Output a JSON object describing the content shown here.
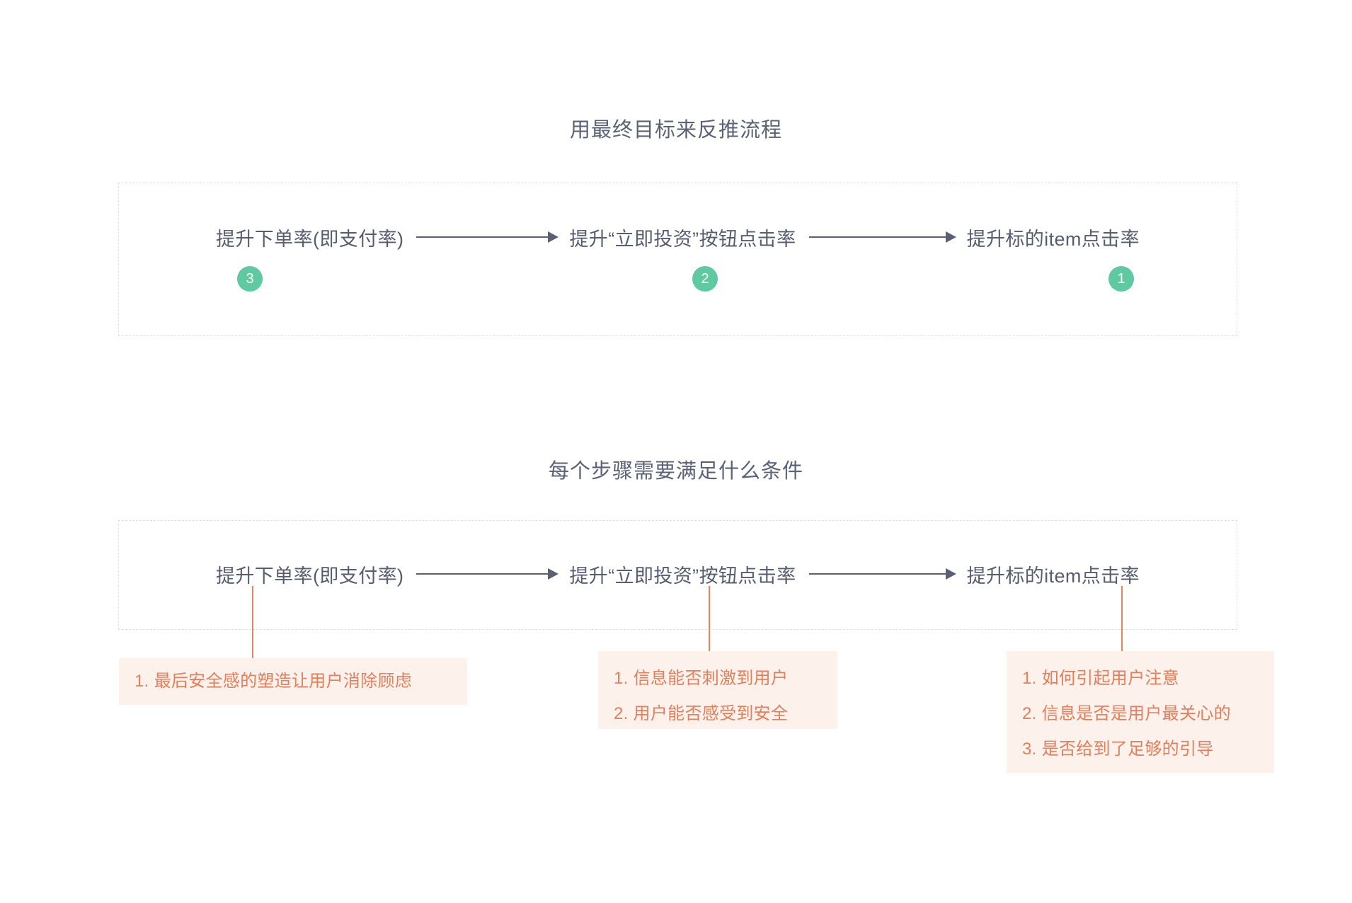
{
  "page": {
    "background": "#ffffff",
    "text_color": "#565d70",
    "accent_green": "#5fc9a1",
    "accent_orange": "#e8835b",
    "annotation_bg": "#fdf1ec",
    "dashed_border": "#dfe0e2"
  },
  "sections": [
    {
      "title": "用最终目标来反推流程",
      "nodes": [
        {
          "label": "提升下单率(即支付率)",
          "badge": "3"
        },
        {
          "label": "提升“立即投资”按钮点击率",
          "badge": "2"
        },
        {
          "label": "提升标的item点击率",
          "badge": "1"
        }
      ]
    },
    {
      "title": "每个步骤需要满足什么条件",
      "nodes": [
        {
          "label": "提升下单率(即支付率)"
        },
        {
          "label": "提升“立即投资”按钮点击率"
        },
        {
          "label": "提升标的item点击率"
        }
      ],
      "annotations": [
        {
          "lines": [
            "1. 最后安全感的塑造让用户消除顾虑"
          ]
        },
        {
          "lines": [
            "1. 信息能否刺激到用户",
            "2. 用户能否感受到安全"
          ]
        },
        {
          "lines": [
            "1. 如何引起用户注意",
            "2. 信息是否是用户最关心的",
            "3. 是否给到了足够的引导"
          ]
        }
      ]
    }
  ]
}
